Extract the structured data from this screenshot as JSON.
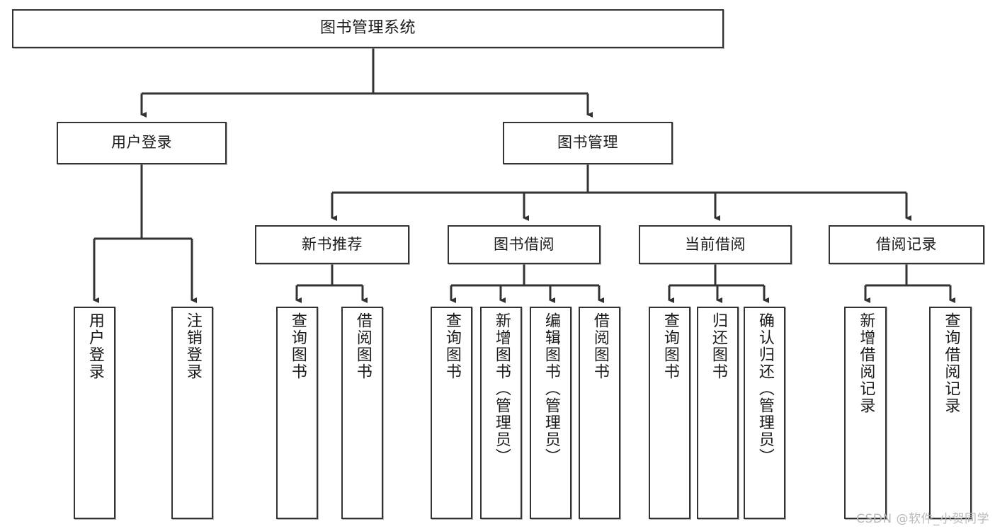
{
  "diagram": {
    "title": "图书管理系统",
    "type": "tree-hierarchy",
    "watermark": "CSDN @软件_小贺同学",
    "colors": {
      "line": "#333333",
      "box_fill": "#ffffff",
      "text": "#1b1b1b",
      "watermark": "#b9b9b9"
    },
    "nodes": {
      "root": {
        "label": "图书管理系统"
      },
      "level2": [
        {
          "label": "用户登录"
        },
        {
          "label": "图书管理"
        }
      ],
      "level3": [
        {
          "label": "新书推荐"
        },
        {
          "label": "图书借阅"
        },
        {
          "label": "当前借阅"
        },
        {
          "label": "借阅记录"
        }
      ],
      "leaves": {
        "user_login": [
          {
            "label": "用户登录"
          },
          {
            "label": "注销登录"
          }
        ],
        "new_book_recommend": [
          {
            "label": "查询图书"
          },
          {
            "label": "借阅图书"
          }
        ],
        "book_borrow": [
          {
            "label": "查询图书"
          },
          {
            "label": "新增图书（管理员）"
          },
          {
            "label": "编辑图书（管理员）"
          },
          {
            "label": "借阅图书"
          }
        ],
        "current_borrow": [
          {
            "label": "查询图书"
          },
          {
            "label": "归还图书"
          },
          {
            "label": "确认归还（管理员）"
          }
        ],
        "borrow_record": [
          {
            "label": "新增借阅记录"
          },
          {
            "label": "查询借阅记录"
          }
        ]
      }
    }
  }
}
